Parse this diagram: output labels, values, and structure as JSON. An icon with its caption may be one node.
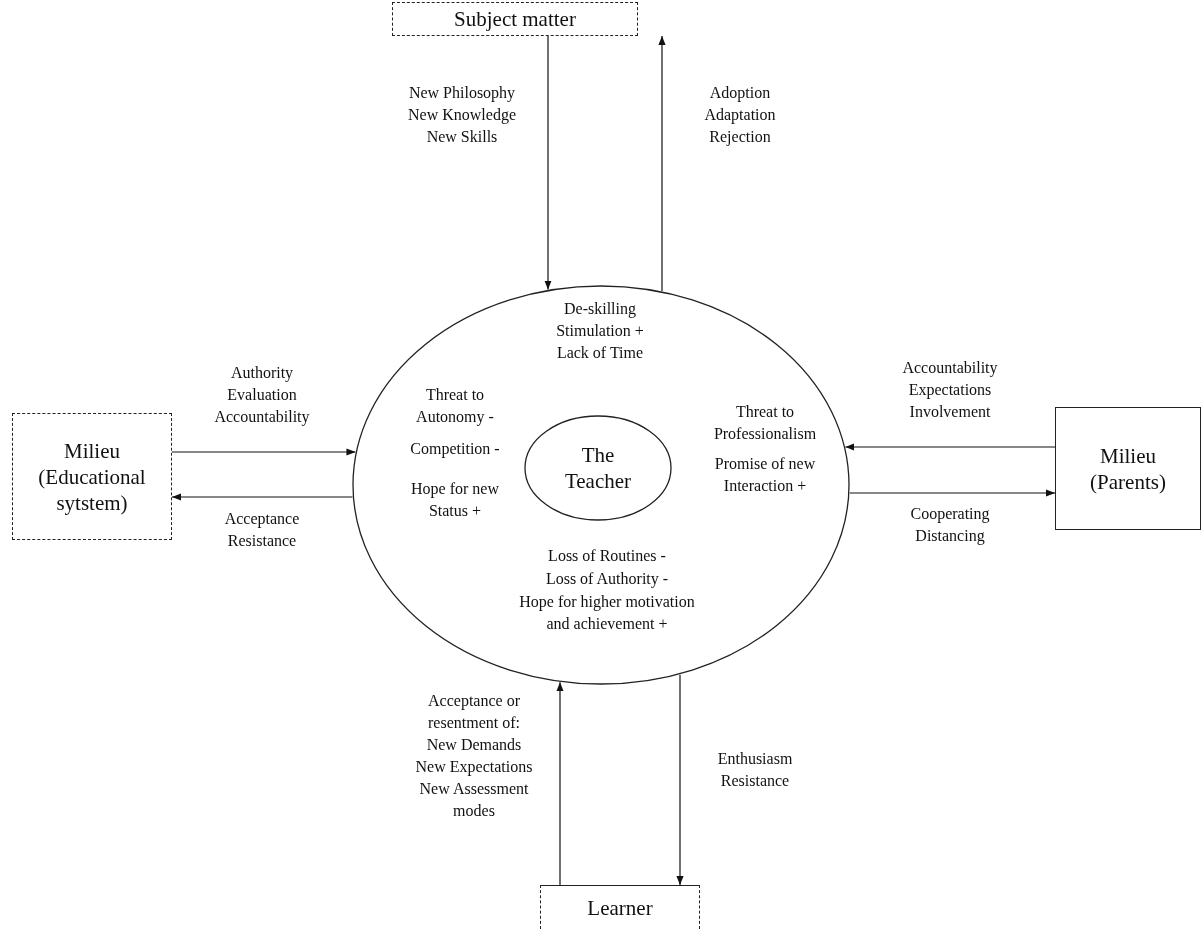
{
  "diagram": {
    "nodes": [
      {
        "text": [
          "Subject matter"
        ]
      },
      {
        "text": [
          "De-skilling",
          "Stimulation +",
          "Lack of Time",
          "Threat to Autonomy -",
          "Competition -",
          "Hope for new Status +",
          "Threat to Professionalism",
          "Promise of new Interaction +",
          "Loss of Routines -",
          "Loss of Authority -",
          "Hope for higher motivation and achievement +"
        ]
      },
      {
        "text": [
          "The Teacher"
        ],
        "in": 1
      },
      {
        "text": [
          "Milieu (Educational sytstem)"
        ]
      },
      {
        "text": [
          "Milieu (Parents)"
        ]
      },
      {
        "text": [
          "Learner"
        ]
      }
    ],
    "edges": [
      {
        "from": 0,
        "to": 1,
        "arrow": "to",
        "label": "New Philosophy New Knowledge New Skills"
      },
      {
        "from": 1,
        "to": 0,
        "arrow": "to",
        "label": "Adoption Adaptation Rejection"
      },
      {
        "from": 3,
        "to": 1,
        "arrow": "to",
        "label": "Authority Evaluation Accountability"
      },
      {
        "from": 1,
        "to": 3,
        "arrow": "to",
        "label": "Acceptance Resistance"
      },
      {
        "from": 4,
        "to": 1,
        "arrow": "to",
        "label": "Accountability Expectations Involvement"
      },
      {
        "from": 1,
        "to": 4,
        "arrow": "to",
        "label": "Cooperating Distancing"
      },
      {
        "from": 5,
        "to": 1,
        "arrow": "to",
        "label": "Acceptance or resentment of: New Demands New Expectations New Assessment modes"
      },
      {
        "from": 1,
        "to": 5,
        "arrow": "to",
        "label": "Enthusiasm Resistance"
      }
    ]
  }
}
